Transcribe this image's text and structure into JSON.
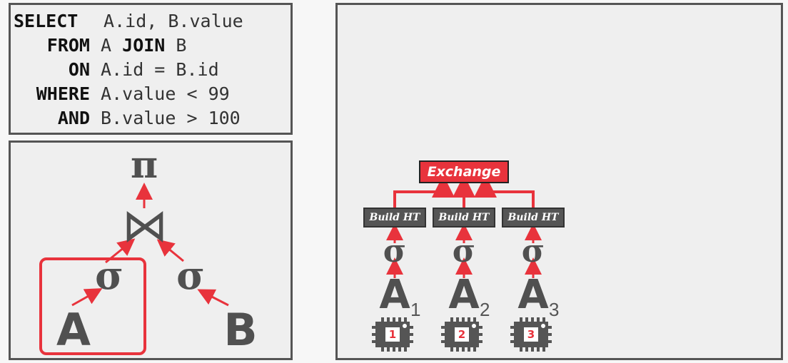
{
  "sql": {
    "lines": [
      {
        "keyword": "SELECT",
        "rest": " A.id, B.value"
      },
      {
        "keyword": "FROM",
        "rest_parts": [
          " A ",
          "JOIN",
          " B"
        ]
      },
      {
        "keyword": "ON",
        "rest": " A.id = B.id"
      },
      {
        "keyword": "WHERE",
        "rest": " A.value < 99"
      },
      {
        "keyword": "AND",
        "rest": " B.value > 100"
      }
    ]
  },
  "plan": {
    "projection": "π",
    "join": "⋈",
    "select_a": "σ",
    "select_b": "σ",
    "table_a": "A",
    "table_b": "B"
  },
  "parallel": {
    "exchange": "Exchange",
    "pipelines": [
      {
        "build": "Build HT",
        "select": "σ",
        "table": "A",
        "subscript": "1",
        "core": "1"
      },
      {
        "build": "Build HT",
        "select": "σ",
        "table": "A",
        "subscript": "2",
        "core": "2"
      },
      {
        "build": "Build HT",
        "select": "σ",
        "table": "A",
        "subscript": "3",
        "core": "3"
      }
    ]
  },
  "colors": {
    "accent": "#e8333c",
    "dark": "#555555",
    "panel": "#efefef"
  }
}
